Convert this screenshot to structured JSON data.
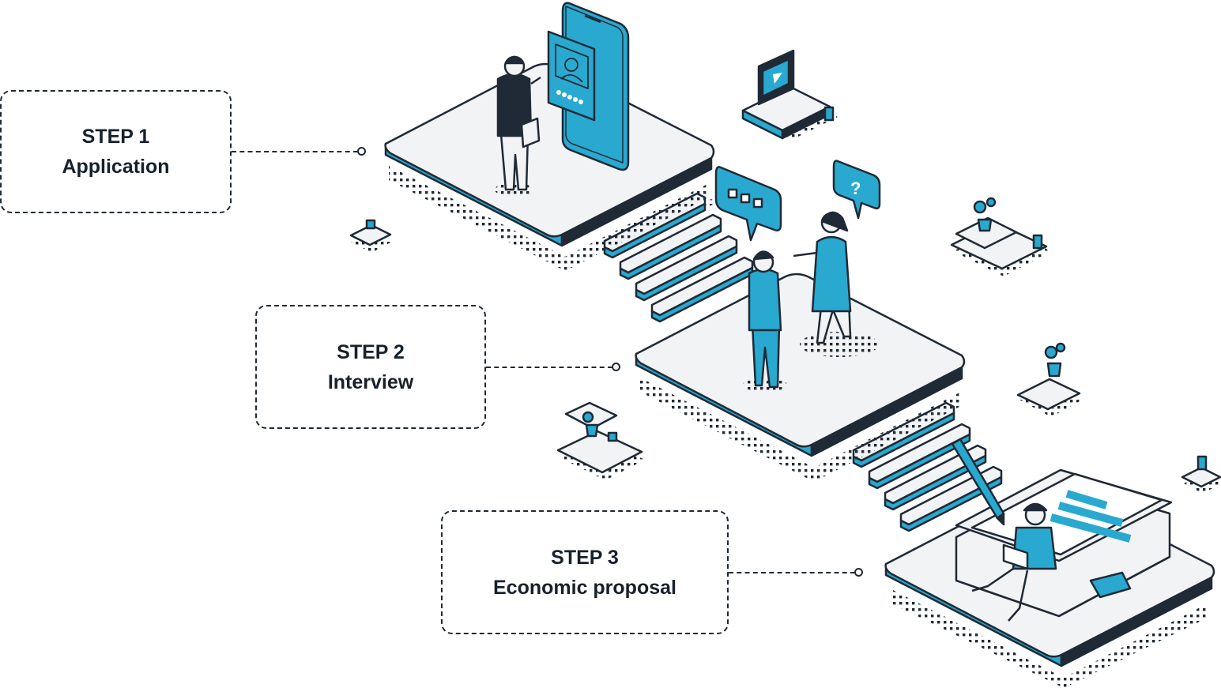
{
  "steps": [
    {
      "title": "STEP 1",
      "name": "Application"
    },
    {
      "title": "STEP 2",
      "name": "Interview"
    },
    {
      "title": "STEP 3",
      "name": "Economic proposal"
    }
  ],
  "colors": {
    "accent": "#29a9cf",
    "outline": "#1f2a36",
    "platform_top": "#f2f3f4",
    "background": "#ffffff"
  },
  "icons": [
    "smartphone-icon",
    "profile-card-icon",
    "star-rating-icon",
    "chat-bubble-icon",
    "question-bubble-icon",
    "computer-monitor-icon",
    "potted-plant-icon",
    "documents-icon",
    "pen-icon",
    "laptop-icon"
  ]
}
